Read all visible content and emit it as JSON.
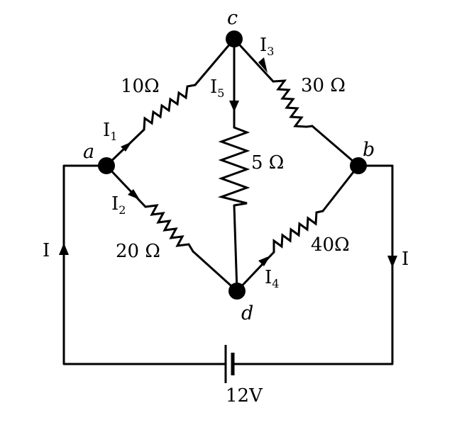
{
  "nodes": {
    "a": "a",
    "b": "b",
    "c": "c",
    "d": "d"
  },
  "resistors": {
    "ac": "10Ω",
    "cb": "30 Ω",
    "cd": "5 Ω",
    "ad": "20 Ω",
    "db": "40Ω"
  },
  "currents": {
    "I1": {
      "main": "I",
      "sub": "1"
    },
    "I2": {
      "main": "I",
      "sub": "2"
    },
    "I3": {
      "main": "I",
      "sub": "3"
    },
    "I4": {
      "main": "I",
      "sub": "4"
    },
    "I5": {
      "main": "I",
      "sub": "5"
    },
    "I_left": "I",
    "I_right": "I"
  },
  "battery": {
    "voltage": "12V"
  }
}
